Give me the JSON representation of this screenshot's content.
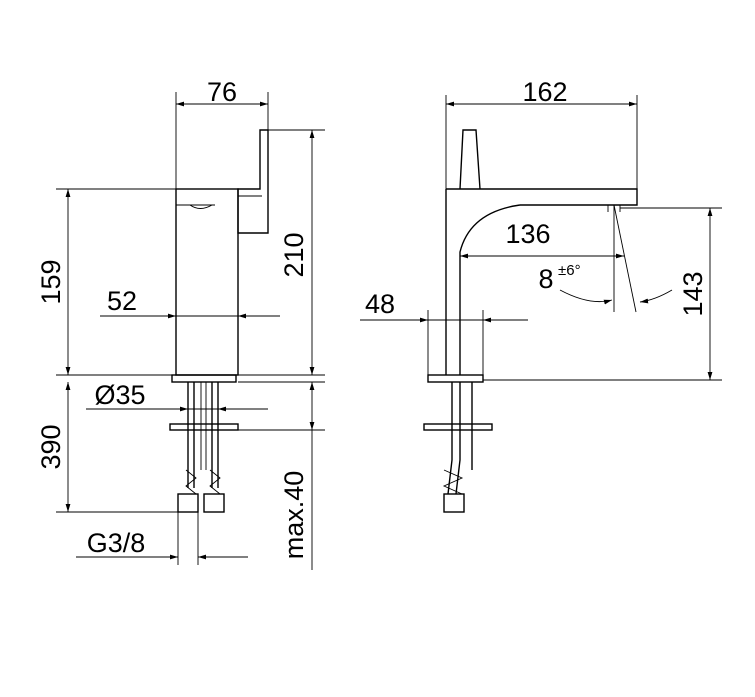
{
  "drawing": {
    "front_view": {
      "width_top": "76",
      "body_height": "159",
      "overall_height": "210",
      "inner_width": "52",
      "shank_diameter": "Ø35",
      "hose_length": "390",
      "thread": "G3/8",
      "max_thickness": "max.40"
    },
    "side_view": {
      "overall_length": "162",
      "spout_reach": "136",
      "spout_angle": "8",
      "spout_angle_tolerance": "±6°",
      "base_width": "48",
      "spout_height": "143"
    }
  }
}
